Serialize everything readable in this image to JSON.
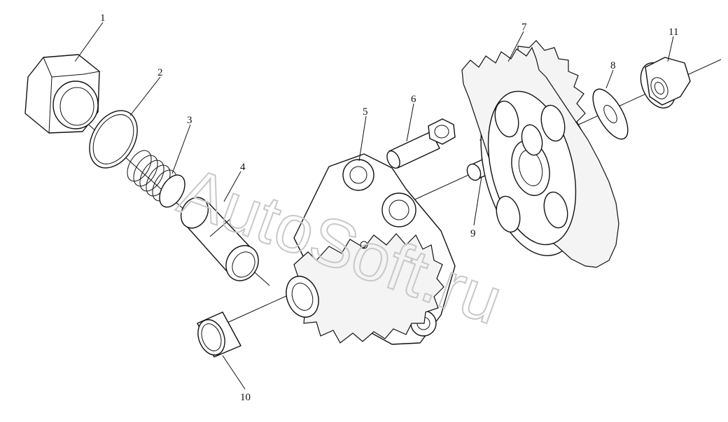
{
  "callouts": [
    {
      "id": "1",
      "label": "1"
    },
    {
      "id": "2",
      "label": "2"
    },
    {
      "id": "3",
      "label": "3"
    },
    {
      "id": "4",
      "label": "4"
    },
    {
      "id": "5",
      "label": "5"
    },
    {
      "id": "6",
      "label": "6"
    },
    {
      "id": "7",
      "label": "7"
    },
    {
      "id": "8",
      "label": "8"
    },
    {
      "id": "9",
      "label": "9"
    },
    {
      "id": "10",
      "label": "10"
    },
    {
      "id": "11",
      "label": "11"
    }
  ],
  "watermark": {
    "text": "AutoSoft.ru"
  },
  "colors": {
    "line": "#111111",
    "watermark": "#c8c8c8",
    "background": "#ffffff"
  }
}
